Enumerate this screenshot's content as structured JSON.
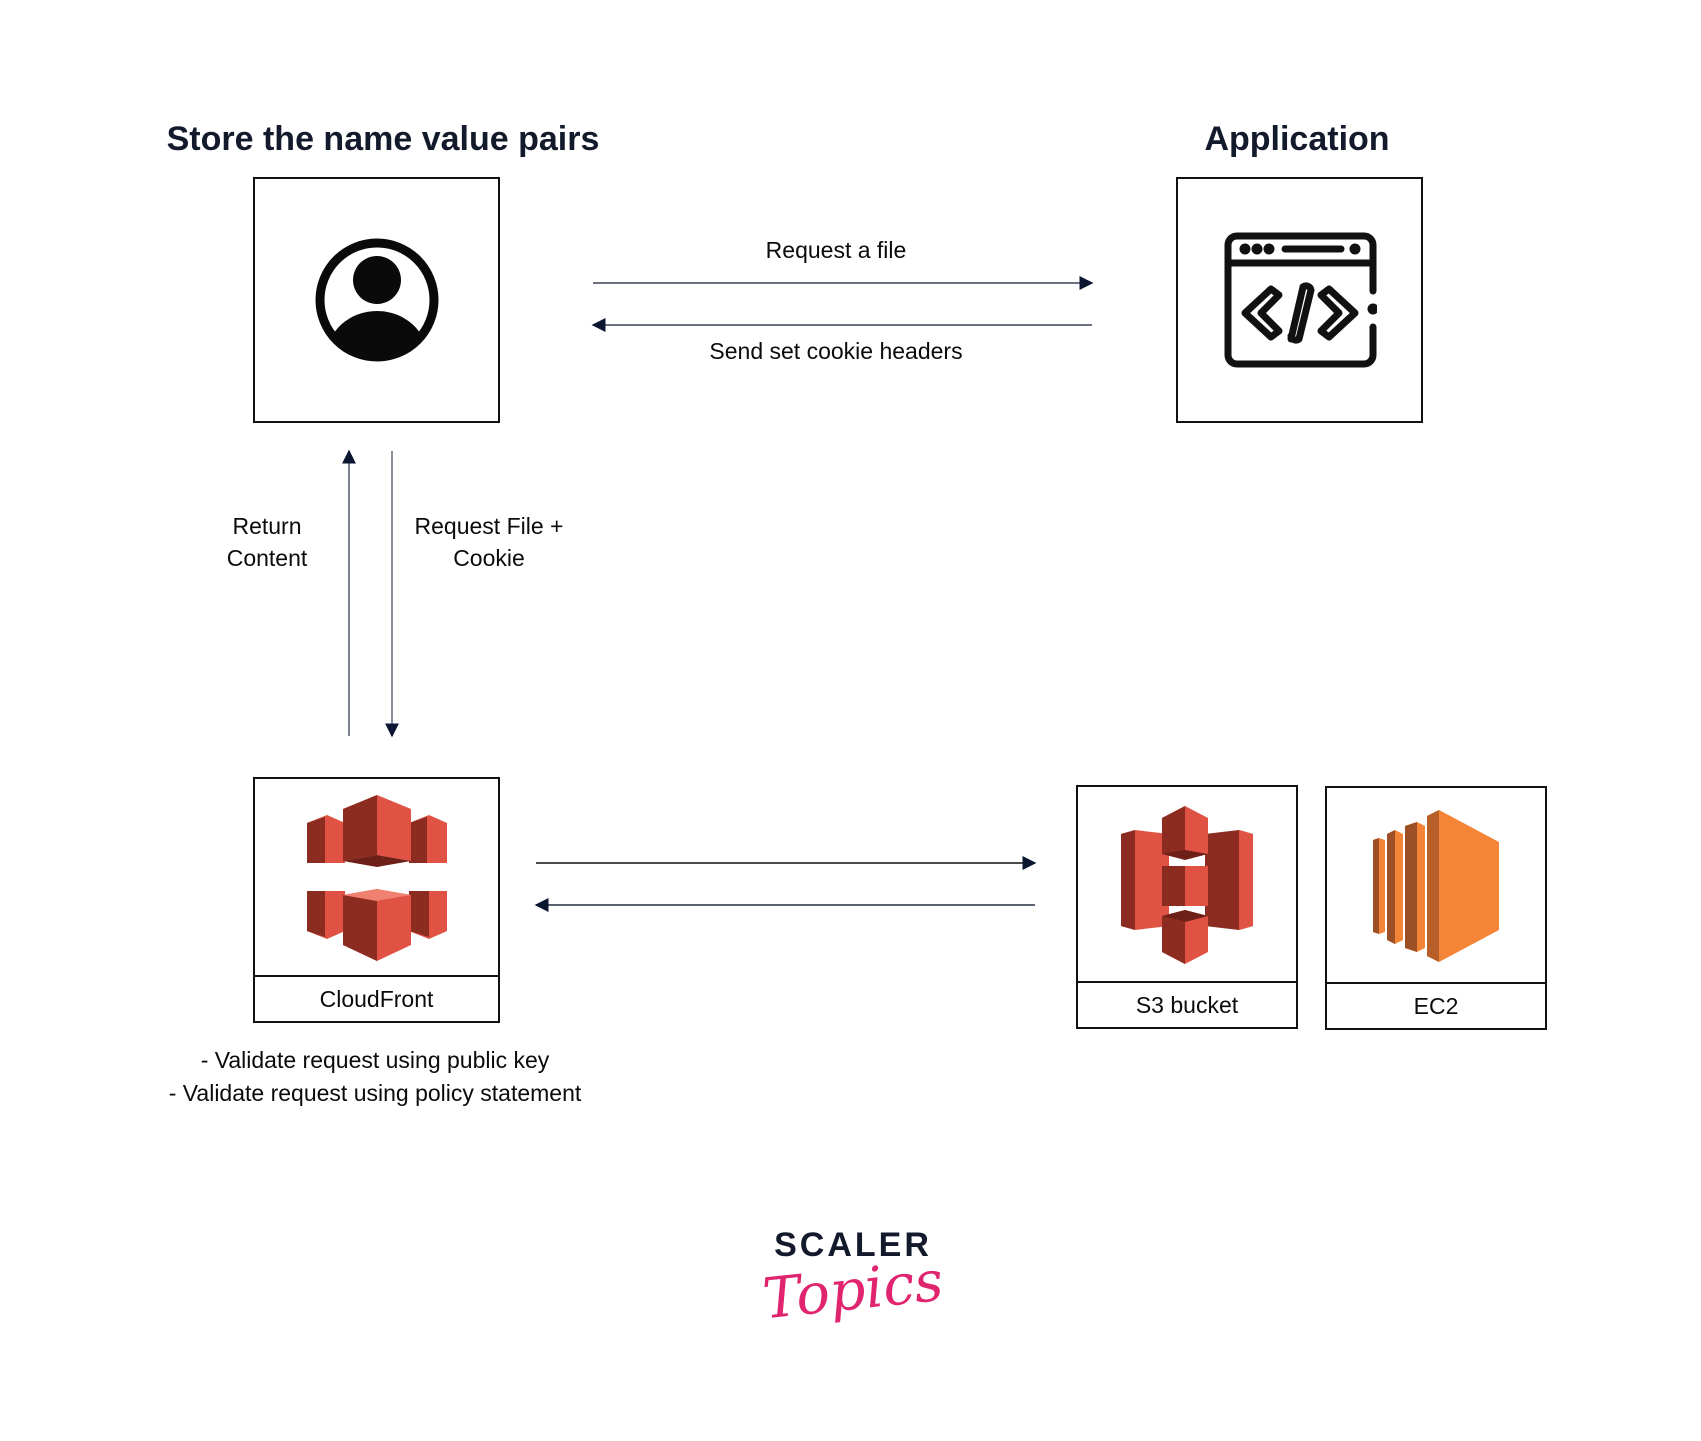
{
  "diagram": {
    "user_node": {
      "title": "Store the name value pairs",
      "icon": "user-circle-icon"
    },
    "app_node": {
      "title": "Application",
      "icon": "browser-code-icon"
    },
    "cloudfront_node": {
      "label": "CloudFront",
      "icon": "aws-cloudfront-icon",
      "notes": [
        "- Validate request using public key",
        "- Validate request using policy statement"
      ]
    },
    "s3_node": {
      "label": "S3 bucket",
      "icon": "aws-s3-icon"
    },
    "ec2_node": {
      "label": "EC2",
      "icon": "aws-ec2-icon"
    },
    "edges": [
      {
        "from": "user",
        "to": "application",
        "label": "Request a file"
      },
      {
        "from": "application",
        "to": "user",
        "label": "Send set cookie headers"
      },
      {
        "from": "cloudfront",
        "to": "user",
        "label": "Return\nContent"
      },
      {
        "from": "user",
        "to": "cloudfront",
        "label": "Request File +\nCookie"
      },
      {
        "from": "cloudfront",
        "to": "origin",
        "label": ""
      },
      {
        "from": "origin",
        "to": "cloudfront",
        "label": ""
      }
    ],
    "edge_labels": {
      "request_file": "Request a file",
      "set_cookie": "Send set cookie headers",
      "return_content_1": "Return",
      "return_content_2": "Content",
      "request_cookie_1": "Request File +",
      "request_cookie_2": "Cookie"
    }
  },
  "branding": {
    "line1": "SCALER",
    "line2": "Topics",
    "accent_color": "#e0246f",
    "dark_color": "#131a2c"
  },
  "colors": {
    "aws_red": "#e05243",
    "aws_red_dark": "#8c2b20",
    "aws_orange": "#f58536",
    "aws_orange_dark": "#9d5025",
    "arrow": "#0b1630"
  }
}
